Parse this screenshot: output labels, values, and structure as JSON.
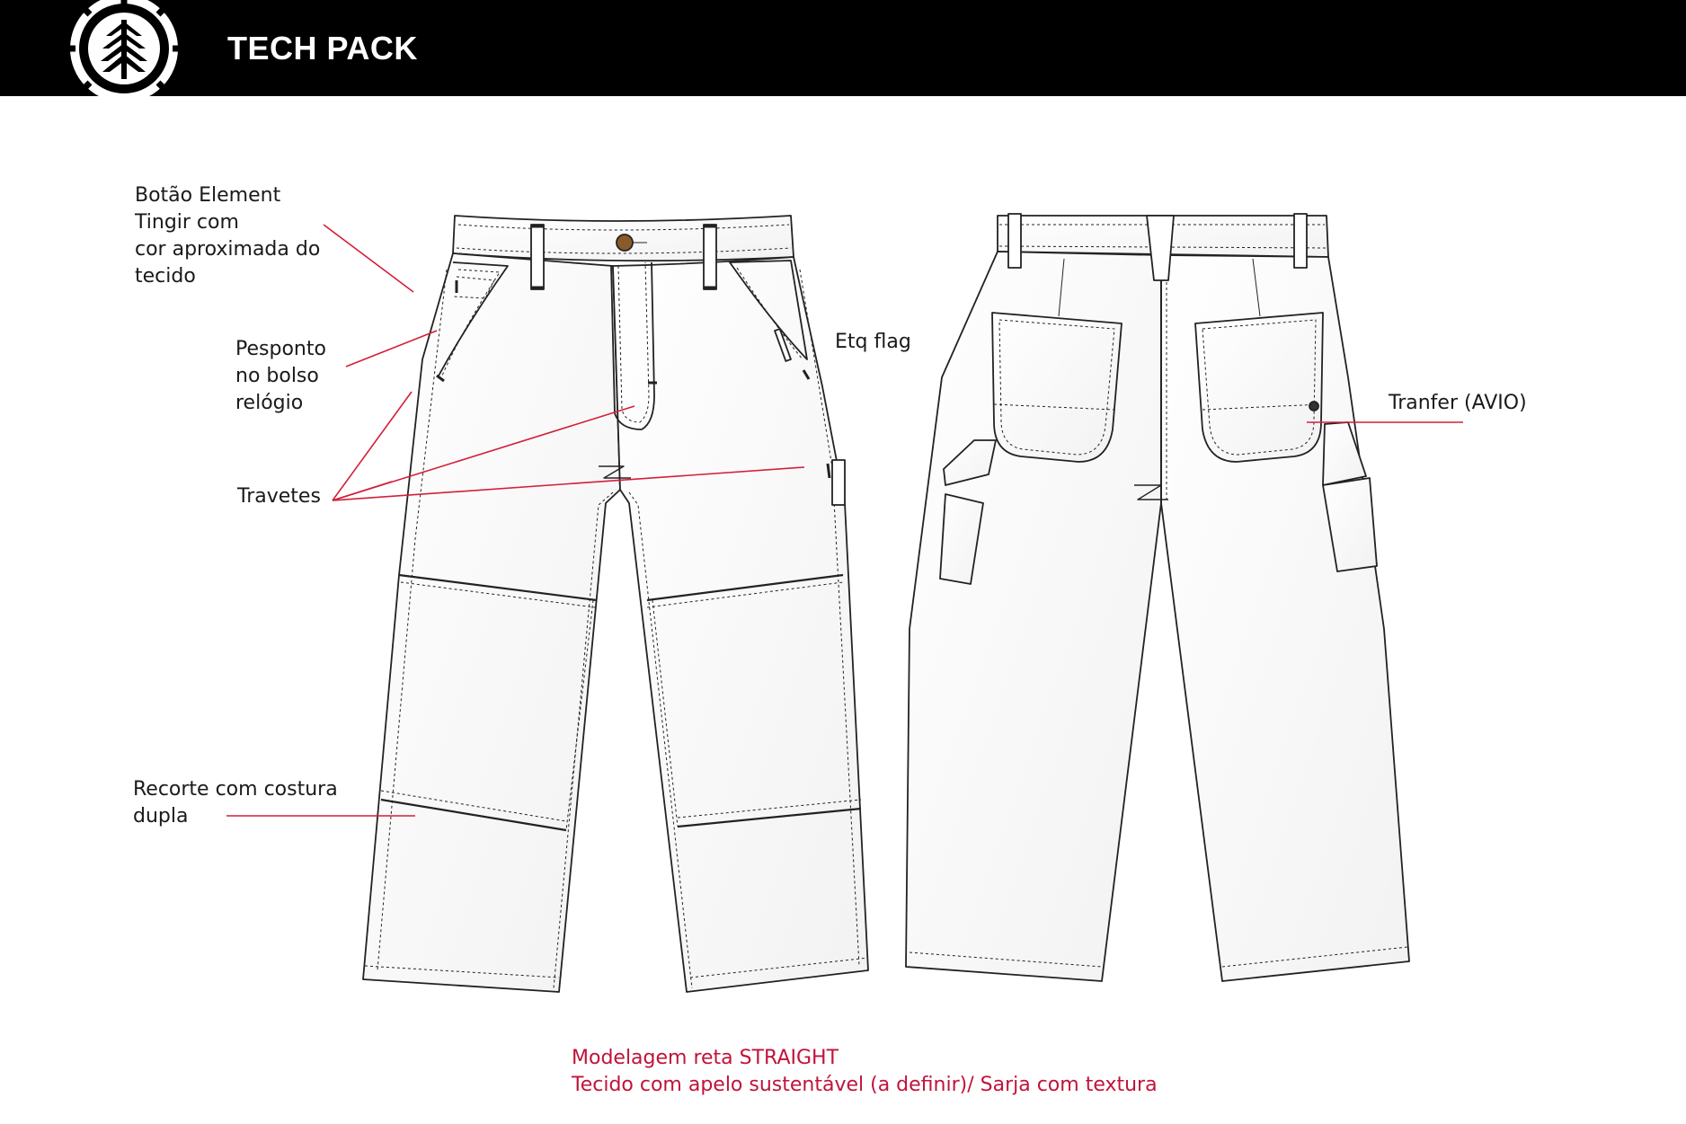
{
  "header": {
    "title": "TECH PACK",
    "logo_icon": "element-tree-logo-icon"
  },
  "colors": {
    "header_bg": "#000000",
    "callout_line": "#d31f3a",
    "note_text": "#c0133a",
    "outline": "#222222"
  },
  "callouts": {
    "botao": [
      "Botão Element",
      "Tingir com",
      "cor aproximada do",
      "tecido"
    ],
    "pesponto": [
      "Pesponto",
      "no bolso",
      "relógio"
    ],
    "travetes": [
      "Travetes"
    ],
    "recorte": [
      "Recorte com costura",
      "dupla"
    ],
    "etq_flag": [
      "Etq flag"
    ],
    "tranfer": [
      "Tranfer (AVIO)"
    ]
  },
  "notes": [
    "Modelagem reta STRAIGHT",
    "Tecido com apelo sustentável (a definir)/ Sarja com textura"
  ]
}
